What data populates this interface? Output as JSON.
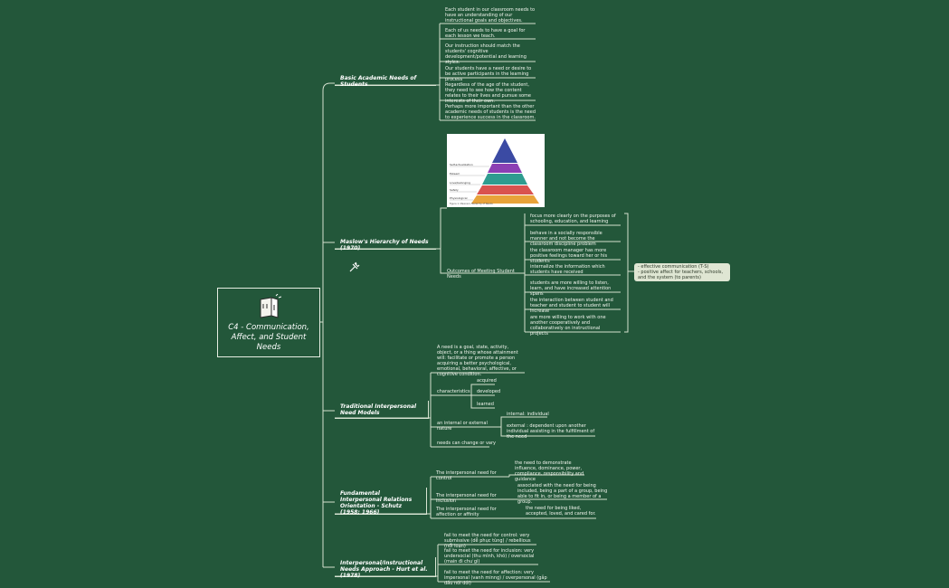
{
  "root": {
    "title": "C4 - Communication, Affect, and Student Needs",
    "icon": "book-icon"
  },
  "basic": {
    "label": "Basic Academic Needs of Students",
    "items": [
      "Each student in our classroom needs to have an understanding of our instructional goals and objectives.",
      "Each of us needs to have a goal for each lesson we teach.",
      "Our instruction should match the students' cognitive development/potential and learning styles.",
      "Our students have a need or desire to be active participants in the learning process",
      "Regardless of the age of the student, they need to see how the content relates to their lives and pursue some interests of their own.",
      "Perhaps more important than the other academic needs of students is the need to experience success in the classroom."
    ]
  },
  "maslow": {
    "label": "Maslow's Hierarchy of Needs (1970)",
    "image": {
      "levels": [
        "Self-actualization",
        "Esteem",
        "Love/belonging",
        "Safety",
        "Physiological"
      ],
      "colors": [
        "#3b4aa3",
        "#8c3fb4",
        "#2f9c8f",
        "#d9534f",
        "#e8a33a"
      ],
      "caption": "Figure 1: Maslow's Hierarchy of Needs"
    },
    "outcomes_label": "Outcomes of Meeting Student Needs",
    "outcomes": [
      "focus more clearly on the purposes of schooling, education, and learning",
      "behave in a socially responsible manner and not become the classroom discipline problem",
      "the classroom manager has more positive feelings toward her or his students",
      "internalize the information which students have received",
      "students are more willing to listen, learn, and have increased attention spans",
      "the interaction between student and teacher and student to student will increase",
      "are more willing to work with one another cooperatively and collaboratively on instructional projects"
    ],
    "note": "- effective communication (T-S)\n- positive affect for teachers, schools, and the system (to parents)"
  },
  "traditional": {
    "label": "Traditional Interpersonal Need Models",
    "definition": "A need is a goal, state, activity, object, or a thing whose attainment will: facilitate or promote a person acquiring a better psychological, emotional, behavioral, affective, or cognitive condition.",
    "characteristics_label": "characteristics",
    "characteristics": [
      "acquired",
      "developed",
      "learned"
    ],
    "nature_label": "an internal or external nature",
    "nature": [
      "internal: individual",
      "external : dependent upon another individual assisting in the fulfillment of the need"
    ],
    "change": "needs can change or vary"
  },
  "firo": {
    "label": "Fundamental Interpersonal Relations Orientation - Schutz (1958; 1966)",
    "items": [
      {
        "label": "The interpersonal need for control",
        "detail": "the need to demonstrate influence, dominance, power, compliance, responsibility and guidance"
      },
      {
        "label": "The interpersonal need for inclusion",
        "detail": "associated with the need for being included, being a part of a group, being able to fit in, or being a member of a group."
      },
      {
        "label": "The interpersonal need for affection or affinity",
        "detail": "the need for being liked, accepted, loved, and cared for."
      }
    ]
  },
  "instructional": {
    "label": "Interpersonal/Instructional Needs Approach - Hurt et al. (1978)",
    "items": [
      "fail to meet the need for control: very submissive (dễ phục tùng) / rebellious (nổi loạn)",
      "fail to meet the need for inclusion: very undersocial (thu mình, khó) / oversocial (main đi chư gì)",
      "fail to meet the need for affection: very impersonal (vanh minng) / overpersonal (gắp dầu nói dói)"
    ]
  },
  "colors": {
    "background": "#23573a",
    "lines": "#d8e4d3",
    "note": "#dfe6d3"
  },
  "icons": {
    "pin": "sparkle-pin-icon"
  }
}
